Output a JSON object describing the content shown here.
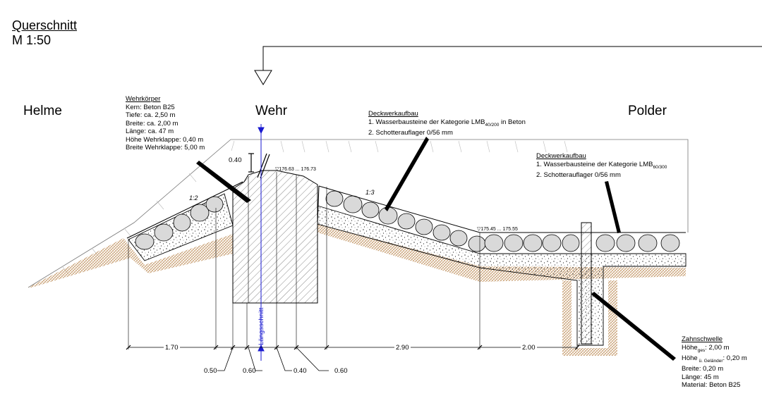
{
  "header": {
    "title": "Querschnitt",
    "scale": "M 1:50"
  },
  "zones": {
    "left": "Helme",
    "center": "Wehr",
    "right": "Polder"
  },
  "wehrkoerper": {
    "heading": "Wehrkörper",
    "lines": [
      "Kern: Beton B25",
      "Tiefe: ca. 2,50 m",
      "Breite: ca. 2,00 m",
      "Länge: ca. 47 m",
      "Höhe Wehrklappe: 0,40 m",
      "Breite Wehrklappe: 5,00 m"
    ]
  },
  "deckwerk_left": {
    "heading": "Deckwerkaufbau",
    "line1_prefix": "1. Wasserbausteine der Kategorie LMB",
    "line1_sub": "40/200",
    "line1_suffix": " in  Beton",
    "line2": "2. Schotterauflager 0/56 mm"
  },
  "deckwerk_right": {
    "heading": "Deckwerkaufbau",
    "line1_prefix": "1. Wasserbausteine der Kategorie LMB",
    "line1_sub": "60/300",
    "line2": "2. Schotterauflager 0/56 mm"
  },
  "zahnschwelle": {
    "heading": "Zahnschwelle",
    "hoehe_ges_a": "Höhe",
    "hoehe_ges_sub": "ges",
    "hoehe_ges_b": ": 2,00 m",
    "hoehe_gel_a": "Höhe",
    "hoehe_gel_sub": " ü. Geländer",
    "hoehe_gel_b": ": 0,20 m",
    "lines": [
      "Breite: 0,20 m",
      "Länge: 45 m",
      "Material: Beton B25"
    ]
  },
  "elevations": {
    "crest": "▽176.63 ... 176.73",
    "polder": "▽175.45 ... 175.55"
  },
  "flap_height": "0.40",
  "slopes": {
    "left": "1:2",
    "right": "1:3"
  },
  "section_line": "Längsschnitt",
  "dimensions_top": [
    "1.70",
    "2.90",
    "2.00"
  ],
  "dimensions_bottom": [
    "0.50",
    "0.60",
    "0.40",
    "0.60"
  ],
  "colors": {
    "section_line": "#1a1ad0",
    "soil": "#c8a27a",
    "stone": "#d9d9d9"
  }
}
